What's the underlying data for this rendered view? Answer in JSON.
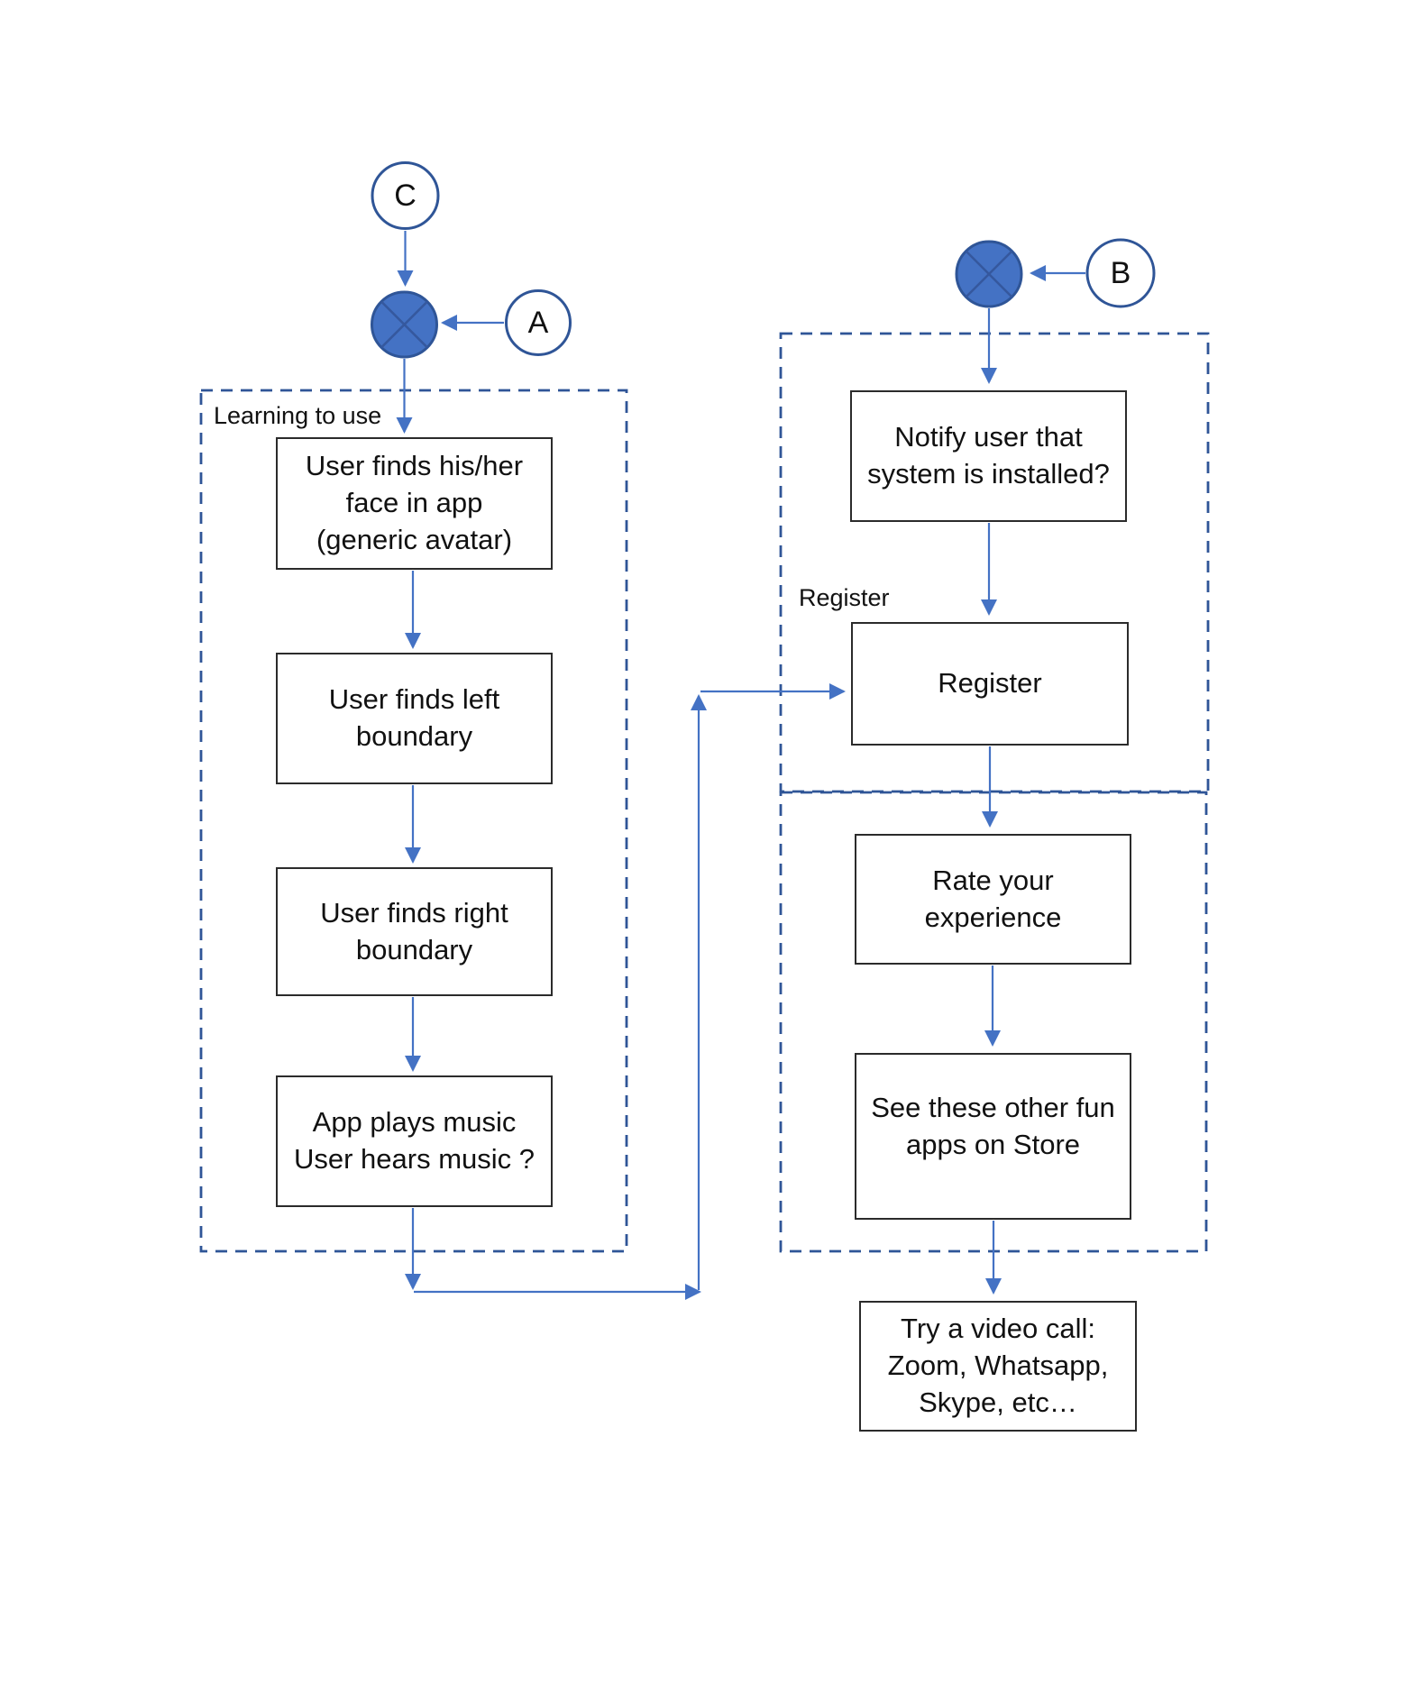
{
  "colors": {
    "arrow": "#4472C4",
    "dashed_border": "#2F5597",
    "junction_fill": "#4472C4",
    "box_border": "#2B2B2B",
    "text": "#111111"
  },
  "nodes": {
    "c_label": "C",
    "a_label": "A",
    "b_label": "B"
  },
  "learning_group": {
    "label": "Learning to use",
    "boxes": [
      {
        "text": "User finds his/her\nface in app\n(generic avatar)"
      },
      {
        "text": "User finds left\nboundary"
      },
      {
        "text": "User finds right\nboundary"
      },
      {
        "text": "App plays music\nUser hears music ?"
      }
    ]
  },
  "register_group": {
    "label": "Register",
    "boxes": [
      {
        "text": "Notify user that\nsystem is installed?"
      },
      {
        "text": "Register"
      }
    ]
  },
  "feedback_group": {
    "boxes": [
      {
        "text": "Rate your\nexperience"
      },
      {
        "text": "See these other fun\napps on Store"
      }
    ]
  },
  "final_box": {
    "text": "Try a video call:\nZoom, Whatsapp,\nSkype, etc…"
  }
}
